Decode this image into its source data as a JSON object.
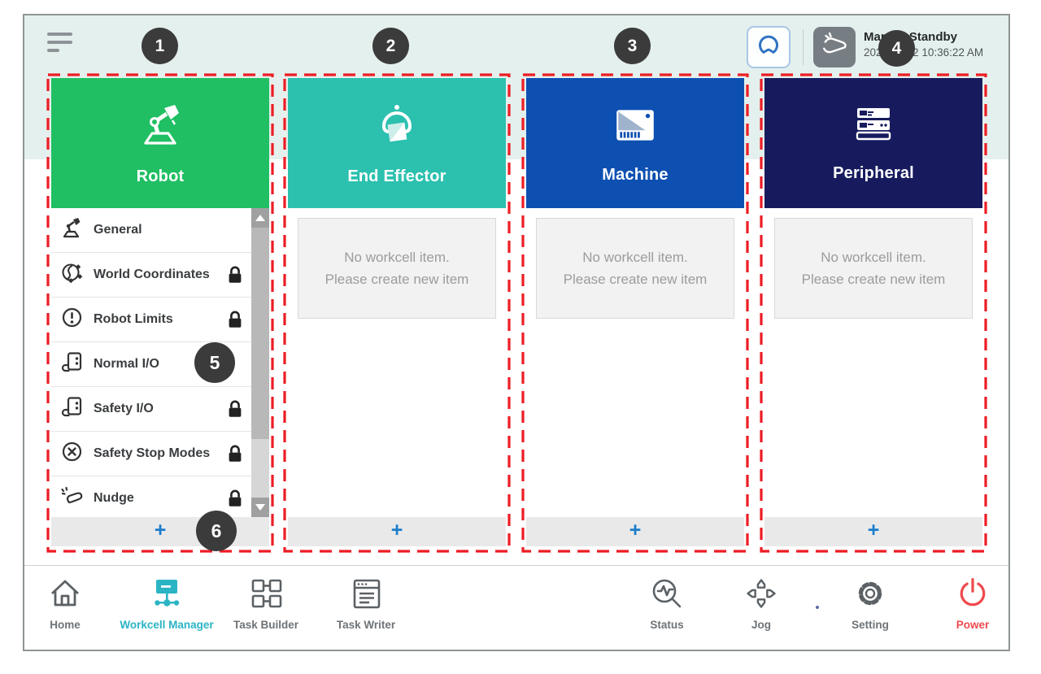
{
  "colors": {
    "topbar_bg": "#e4f0ed",
    "robot_green": "#20bf63",
    "end_effector_teal": "#2cc0af",
    "machine_blue": "#0e50b2",
    "peripheral_navy": "#171b5e",
    "callout_dash_red": "#ed1c24",
    "add_plus_blue": "#1d7ecc",
    "nav_active_teal": "#2ab4c4",
    "power_red": "#ee4a4e"
  },
  "topbar": {
    "mode": "Manual Standby",
    "timestamp": "2022.12.22 10:36:22 AM"
  },
  "callouts": {
    "c1": "1",
    "c2": "2",
    "c3": "3",
    "c4": "4",
    "c5": "5",
    "c6": "6"
  },
  "columns": [
    {
      "label": "Robot",
      "icon": "robot-arm-icon",
      "color": "#20bf63"
    },
    {
      "label": "End Effector",
      "icon": "end-effector-icon",
      "color": "#2cc0af"
    },
    {
      "label": "Machine",
      "icon": "machine-icon",
      "color": "#0e50b2"
    },
    {
      "label": "Peripheral",
      "icon": "peripheral-icon",
      "color": "#171b5e"
    }
  ],
  "robot_menu": [
    {
      "label": "General",
      "icon": "robot-icon",
      "locked": false
    },
    {
      "label": "World Coordinates",
      "icon": "world-coordinates-icon",
      "locked": true
    },
    {
      "label": "Robot Limits",
      "icon": "robot-limits-icon",
      "locked": true
    },
    {
      "label": "Normal I/O",
      "icon": "io-icon",
      "locked": false
    },
    {
      "label": "Safety I/O",
      "icon": "io-icon",
      "locked": true
    },
    {
      "label": "Safety Stop Modes",
      "icon": "stop-modes-icon",
      "locked": true
    },
    {
      "label": "Nudge",
      "icon": "nudge-icon",
      "locked": true
    }
  ],
  "empty_state": {
    "line1": "No workcell item.",
    "line2": "Please create new item"
  },
  "add_button": "+",
  "nav": {
    "items": [
      {
        "label": "Home",
        "icon": "home-icon",
        "active": false
      },
      {
        "label": "Workcell Manager",
        "icon": "workcell-manager-icon",
        "active": true
      },
      {
        "label": "Task Builder",
        "icon": "task-builder-icon",
        "active": false
      },
      {
        "label": "Task Writer",
        "icon": "task-writer-icon",
        "active": false
      },
      {
        "label": "Status",
        "icon": "status-icon",
        "active": false
      },
      {
        "label": "Jog",
        "icon": "jog-icon",
        "active": false
      },
      {
        "label": "Setting",
        "icon": "setting-icon",
        "active": false
      },
      {
        "label": "Power",
        "icon": "power-icon",
        "active": false
      }
    ]
  }
}
